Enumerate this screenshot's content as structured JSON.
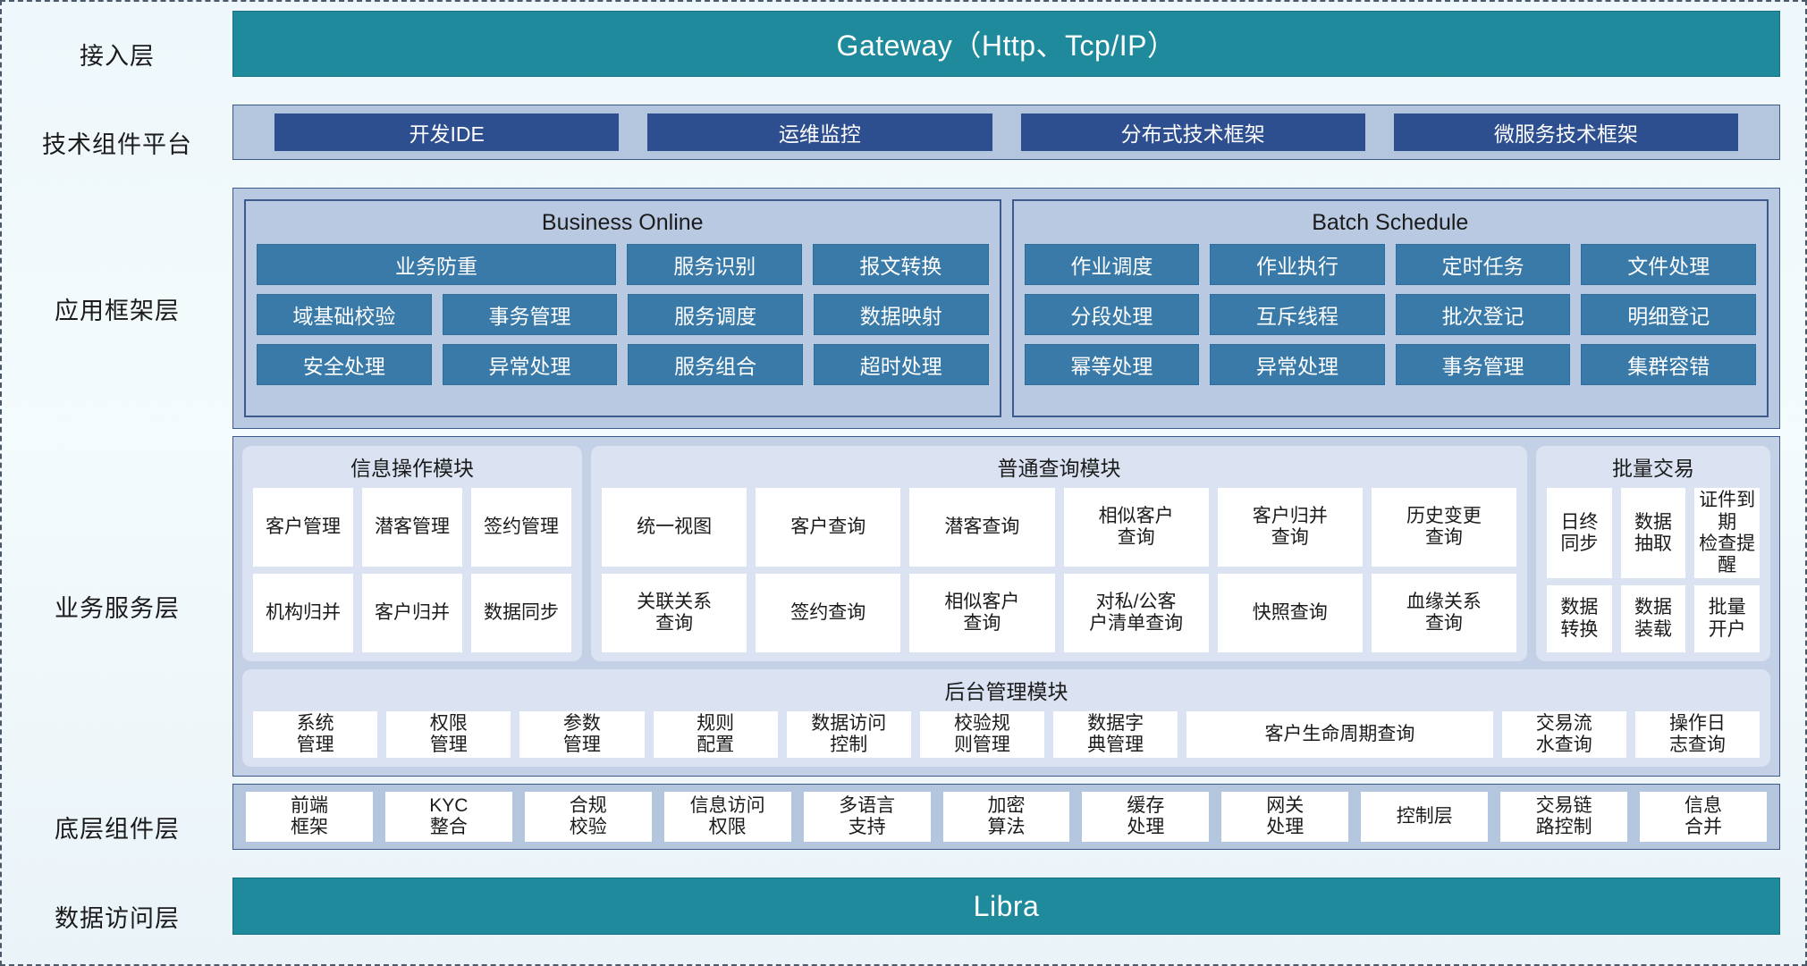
{
  "layers": [
    {
      "id": "access",
      "label": "接入层"
    },
    {
      "id": "tech",
      "label": "技术组件平台"
    },
    {
      "id": "appfw",
      "label": "应用框架层"
    },
    {
      "id": "bizsvc",
      "label": "业务服务层"
    },
    {
      "id": "basecomp",
      "label": "底层组件层"
    },
    {
      "id": "dataacc",
      "label": "数据访问层"
    }
  ],
  "access": {
    "gateway_label": "Gateway（Http、Tcp/IP）"
  },
  "tech": {
    "chips": [
      {
        "label": "开发IDE"
      },
      {
        "label": "运维监控"
      },
      {
        "label": "分布式技术框架"
      },
      {
        "label": "微服务技术框架"
      }
    ]
  },
  "appfw": {
    "groups": [
      {
        "title": "Business Online",
        "rows": [
          [
            {
              "label": "业务防重",
              "span": 2
            },
            {
              "label": "服务识别"
            },
            {
              "label": "报文转换"
            }
          ],
          [
            {
              "label": "域基础校验"
            },
            {
              "label": "事务管理"
            },
            {
              "label": "服务调度"
            },
            {
              "label": "数据映射"
            }
          ],
          [
            {
              "label": "安全处理"
            },
            {
              "label": "异常处理"
            },
            {
              "label": "服务组合"
            },
            {
              "label": "超时处理"
            }
          ]
        ]
      },
      {
        "title": "Batch Schedule",
        "rows": [
          [
            {
              "label": "作业调度"
            },
            {
              "label": "作业执行"
            },
            {
              "label": "定时任务"
            },
            {
              "label": "文件处理"
            }
          ],
          [
            {
              "label": "分段处理"
            },
            {
              "label": "互斥线程"
            },
            {
              "label": "批次登记"
            },
            {
              "label": "明细登记"
            }
          ],
          [
            {
              "label": "幂等处理"
            },
            {
              "label": "异常处理"
            },
            {
              "label": "事务管理"
            },
            {
              "label": "集群容错"
            }
          ]
        ]
      }
    ]
  },
  "bizsvc": {
    "modules": [
      {
        "title": "信息操作模块",
        "rows": [
          [
            {
              "label": "客户管理"
            },
            {
              "label": "潜客管理"
            },
            {
              "label": "签约管理"
            }
          ],
          [
            {
              "label": "机构归并"
            },
            {
              "label": "客户归并"
            },
            {
              "label": "数据同步"
            }
          ]
        ]
      },
      {
        "title": "普通查询模块",
        "rows": [
          [
            {
              "label": "统一视图"
            },
            {
              "label": "客户查询"
            },
            {
              "label": "潜客查询"
            },
            {
              "label": "相似客户\n查询"
            },
            {
              "label": "客户归并\n查询"
            },
            {
              "label": "历史变更\n查询"
            }
          ],
          [
            {
              "label": "关联关系\n查询"
            },
            {
              "label": "签约查询"
            },
            {
              "label": "相似客户\n查询"
            },
            {
              "label": "对私/公客\n户清单查询"
            },
            {
              "label": "快照查询"
            },
            {
              "label": "血缘关系\n查询"
            }
          ]
        ]
      },
      {
        "title": "批量交易",
        "rows": [
          [
            {
              "label": "日终\n同步"
            },
            {
              "label": "数据\n抽取"
            },
            {
              "label": "证件到期\n检查提醒"
            }
          ],
          [
            {
              "label": "数据\n转换"
            },
            {
              "label": "数据\n装载"
            },
            {
              "label": "批量\n开户"
            }
          ]
        ]
      }
    ],
    "admin": {
      "title": "后台管理模块",
      "cells": [
        {
          "label": "系统\n管理"
        },
        {
          "label": "权限\n管理"
        },
        {
          "label": "参数\n管理"
        },
        {
          "label": "规则\n配置"
        },
        {
          "label": "数据访问\n控制"
        },
        {
          "label": "校验规\n则管理"
        },
        {
          "label": "数据字\n典管理"
        },
        {
          "label": "客户生命周期查询",
          "wide": true
        },
        {
          "label": "交易流\n水查询"
        },
        {
          "label": "操作日\n志查询"
        }
      ]
    }
  },
  "basecomp": {
    "cells": [
      {
        "label": "前端\n框架"
      },
      {
        "label": "KYC\n整合"
      },
      {
        "label": "合规\n校验"
      },
      {
        "label": "信息访问\n权限"
      },
      {
        "label": "多语言\n支持"
      },
      {
        "label": "加密\n算法"
      },
      {
        "label": "缓存\n处理"
      },
      {
        "label": "网关\n处理"
      },
      {
        "label": "控制层"
      },
      {
        "label": "交易链\n路控制"
      },
      {
        "label": "信息\n合并"
      }
    ]
  },
  "dataacc": {
    "libra_label": "Libra"
  },
  "colors": {
    "teal": "#1f8a9c",
    "dark_blue_chip": "#2e4f8f",
    "mid_blue_cell": "#3a7aa8",
    "band_blue": "#b3c6de",
    "module_card": "#dbe3f2",
    "border_blue": "#3c5b8c",
    "white_cell": "#ffffff"
  }
}
